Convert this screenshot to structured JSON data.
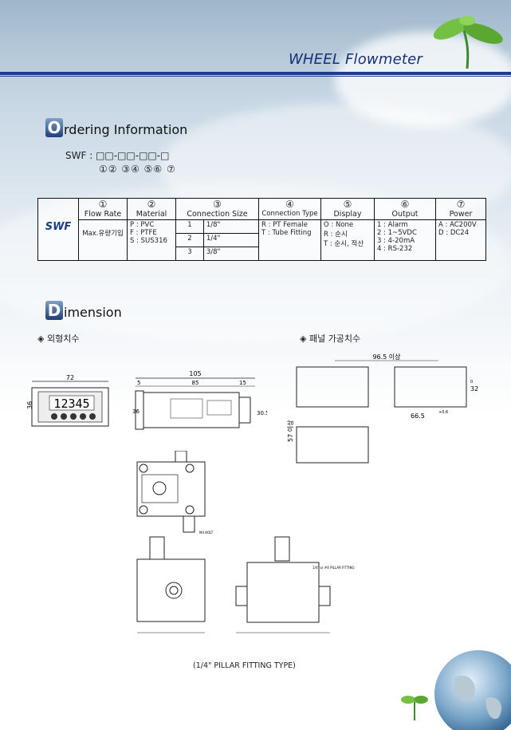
{
  "header": {
    "title": "WHEEL Flowmeter"
  },
  "ordering": {
    "heading_letter": "O",
    "heading_rest": "rdering Information",
    "code_prefix": "SWF : ",
    "code_boxes": "□□-□□-□□-□",
    "code_index": "①② ③④ ⑤⑥ ⑦",
    "table": {
      "row_label": "SWF",
      "columns": [
        {
          "num": "①",
          "name": "Flow Rate"
        },
        {
          "num": "②",
          "name": "Material"
        },
        {
          "num": "③",
          "name": "Connection Size"
        },
        {
          "num": "④",
          "name": "Connection Type"
        },
        {
          "num": "⑤",
          "name": "Display"
        },
        {
          "num": "⑥",
          "name": "Output"
        },
        {
          "num": "⑦",
          "name": "Power"
        }
      ],
      "flow_rate": "Max.유량기입",
      "material": [
        "P : PVC",
        "F : PTFE",
        "S : SUS316"
      ],
      "connection_size": [
        {
          "code": "1",
          "size": "1/8\""
        },
        {
          "code": "2",
          "size": "1/4\""
        },
        {
          "code": "3",
          "size": "3/8\""
        }
      ],
      "connection_type": [
        "R : PT Female",
        "T : Tube Fitting"
      ],
      "display": [
        "O : None",
        "R : 순시",
        "T : 순시, 적산"
      ],
      "output": [
        "1 : Alarm",
        "2 : 1~5VDC",
        "3 : 4-20mA",
        "4 : RS-232"
      ],
      "power": [
        "A : AC200V",
        "D : DC24"
      ]
    }
  },
  "dimension": {
    "heading_letter": "D",
    "heading_rest": "imension",
    "outer_label": "◈ 외형치수",
    "panel_label": "◈ 패널 가공치수",
    "display_digits": "12345",
    "front": {
      "width": "72",
      "height": "36"
    },
    "side": {
      "total": "105",
      "left": "5",
      "mid": "85",
      "right": "15",
      "h1": "36",
      "h2": "30.5"
    },
    "panel": {
      "w_min": "96.5 이상",
      "h_min": "57 이상",
      "cut_w": "66.5",
      "cut_h": "32",
      "tol": "+0.6",
      "tol0": "0"
    },
    "fitting_label": "1/4\" or #4 PILLAR FITTING",
    "bolt_label": "M4 BOLT",
    "caption": "(1/4\" PILLAR FITTING TYPE)"
  }
}
